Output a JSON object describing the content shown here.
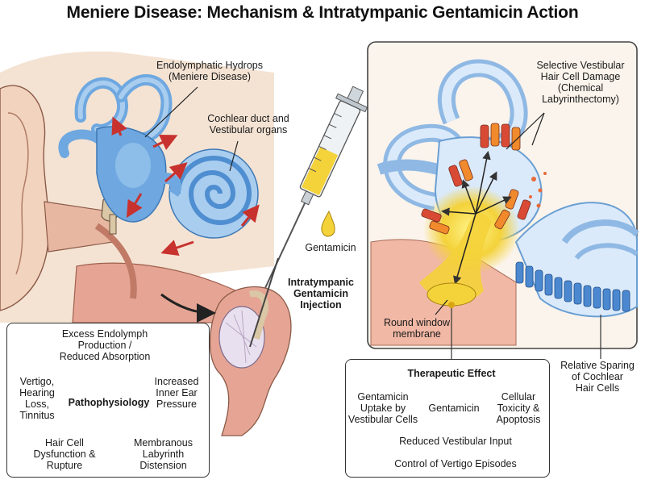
{
  "title": "Meniere Disease: Mechanism & Intratympanic Gentamicin Action",
  "left_labels": {
    "hydrops": "Endolymphatic Hydrops\n(Meniere Disease)",
    "cochlear_duct": "Cochlear duct and\nVestibular organs",
    "gentamicin": "Gentamicin",
    "injection": "Intratympanic\nGentamicin\nInjection"
  },
  "pathophysiology": {
    "center": "Pathophysiology",
    "steps": [
      "Excess Endolymph\nProduction /\nReduced Absorption",
      "Increased\nInner Ear\nPressure",
      "Membranous\nLabyrinth\nDistension",
      "Hair Cell\nDysfunction &\nRupture",
      "Vertigo,\nHearing Loss,\nTinnitus"
    ]
  },
  "right_labels": {
    "selective": "Selective Vestibular\nHair Cell Damage\n(Chemical\nLabyrinthectomy)",
    "round_window": "Round window\nmembrane",
    "sparing": "Relative Sparing\nof Cochlear\nHair Cells"
  },
  "therapeutic": {
    "title": "Therapeutic Effect",
    "uptake": "Gentamicin\nUptake by\nVestibular Cells",
    "center": "Gentamicin",
    "toxicity": "Cellular\nToxicity &\nApoptosis",
    "reduced": "Reduced Vestibular Input",
    "control": "Control of Vertigo Episodes"
  },
  "colors": {
    "fluid_blue": "#6fa8e0",
    "membrane_blue": "#a9cdef",
    "tissue_pink": "#e6a594",
    "arrow_red": "#c8322e",
    "drug_yellow": "#f4d23a",
    "cell_red": "#d94a35",
    "cell_orange": "#f08a2c",
    "cochlear_cell_blue": "#4b88d0",
    "skin": "#f2d3bd"
  }
}
